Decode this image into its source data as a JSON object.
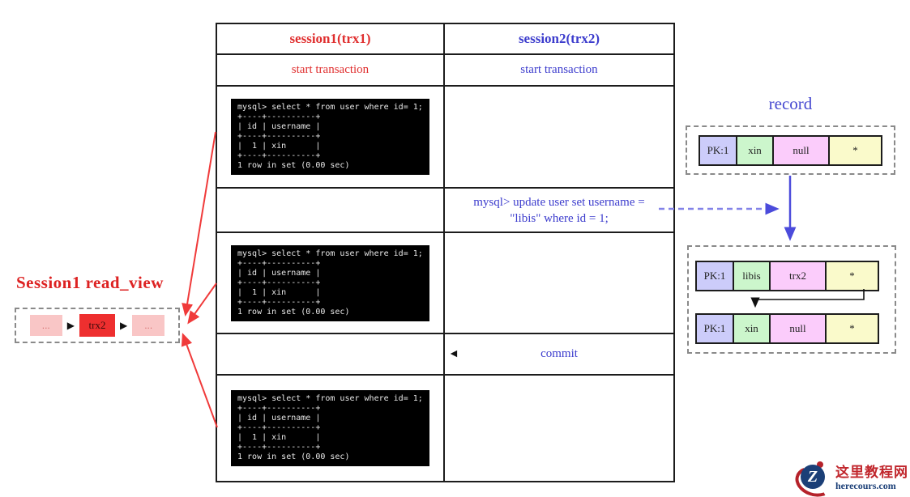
{
  "table": {
    "header": {
      "session1": "session1(trx1)",
      "session2": "session2(trx2)"
    },
    "row_start": {
      "session1": "start transaction",
      "session2": "start transaction"
    },
    "update_statement": {
      "line1": "mysql> update user set username =",
      "line2": "\"libis\" where id = 1;"
    },
    "commit_label": "commit",
    "commit_arrow_glyph": "◄",
    "terminal_output": "mysql> select * from user where id= 1;\n+----+----------+\n| id | username |\n+----+----------+\n|  1 | xin      |\n+----+----------+\n1 row in set (0.00 sec)"
  },
  "read_view": {
    "title": "Session1 read_view",
    "cell_left": "...",
    "cell_center": "trx2",
    "cell_right": "...",
    "arrow_glyph": "▶"
  },
  "record": {
    "title": "record",
    "current": [
      "PK:1",
      "xin",
      "null",
      "*"
    ],
    "updated": [
      "PK:1",
      "libis",
      "trx2",
      "*"
    ],
    "undo": [
      "PK:1",
      "xin",
      "null",
      "*"
    ]
  },
  "watermark": {
    "site_name": "这里教程网",
    "site_url": "herecours.com",
    "logo_letter": "Z"
  },
  "colors": {
    "session1_red": "#e02f2f",
    "session2_blue": "#3c3ccd",
    "read_view_title_red": "#dd2222",
    "record_title_blue": "#4649d0",
    "arrow_red": "#f03a3a",
    "arrow_blue": "#4b4bdb",
    "arrow_blue_dashed": "#8383e8",
    "cell_lavender": "#ccccfa",
    "cell_green": "#ccf6cc",
    "cell_pink": "#fbccfb",
    "cell_yellow": "#fafacb",
    "read_view_cell_pink": "#f9c6c6",
    "read_view_cell_red": "#ee2f2f",
    "terminal_bg": "#000000"
  }
}
